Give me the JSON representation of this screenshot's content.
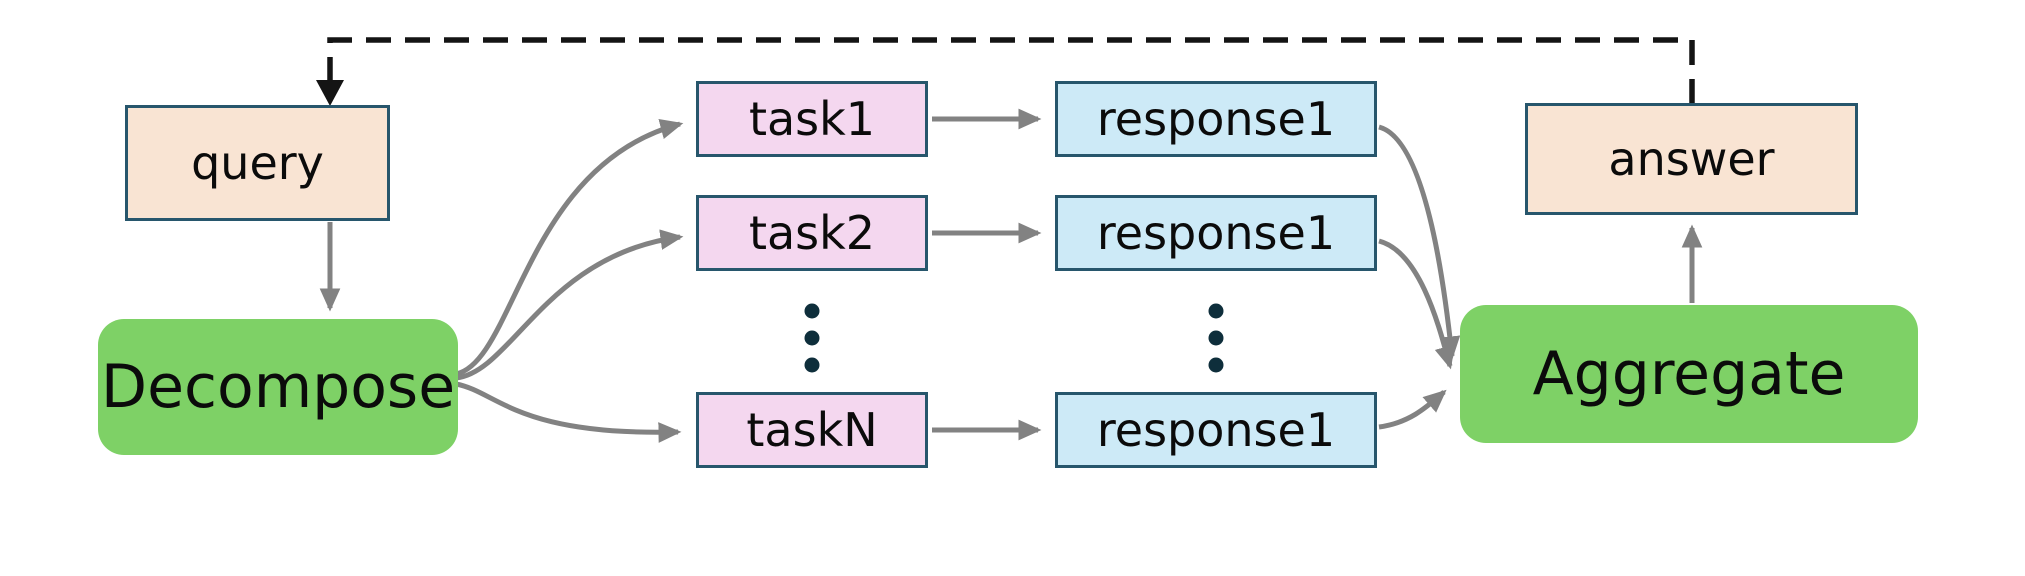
{
  "diagram": {
    "nodes": {
      "query": {
        "label": "query"
      },
      "decompose": {
        "label": "Decompose"
      },
      "tasks": [
        {
          "label": "task1"
        },
        {
          "label": "task2"
        },
        {
          "label": "taskN"
        }
      ],
      "responses": [
        {
          "label": "response1"
        },
        {
          "label": "response1"
        },
        {
          "label": "response1"
        }
      ],
      "aggregate": {
        "label": "Aggregate"
      },
      "answer": {
        "label": "answer"
      }
    },
    "edges": [
      {
        "from": "answer",
        "to": "query",
        "style": "dashed-feedback"
      },
      {
        "from": "query",
        "to": "Decompose",
        "style": "solid"
      },
      {
        "from": "Decompose",
        "to": "task1",
        "style": "curved"
      },
      {
        "from": "Decompose",
        "to": "task2",
        "style": "curved"
      },
      {
        "from": "Decompose",
        "to": "taskN",
        "style": "curved"
      },
      {
        "from": "task1",
        "to": "response1",
        "style": "solid"
      },
      {
        "from": "task2",
        "to": "response1",
        "style": "solid"
      },
      {
        "from": "taskN",
        "to": "response1",
        "style": "solid"
      },
      {
        "from": "response1",
        "to": "Aggregate",
        "style": "curved"
      },
      {
        "from": "response1",
        "to": "Aggregate",
        "style": "curved"
      },
      {
        "from": "response1",
        "to": "Aggregate",
        "style": "curved"
      },
      {
        "from": "Aggregate",
        "to": "answer",
        "style": "solid"
      }
    ],
    "icons": {
      "ellipsis_tasks": "vertical-ellipsis",
      "ellipsis_responses": "vertical-ellipsis"
    },
    "colors": {
      "peach_fill": "#f9e4d3",
      "pink_fill": "#f4d7ef",
      "blue_fill": "#cdeaf7",
      "green_fill": "#7ed166",
      "box_border": "#27566c",
      "arrow_gray": "#828282",
      "dashed_black": "#141414",
      "dot_color": "#0e2e3b"
    }
  }
}
